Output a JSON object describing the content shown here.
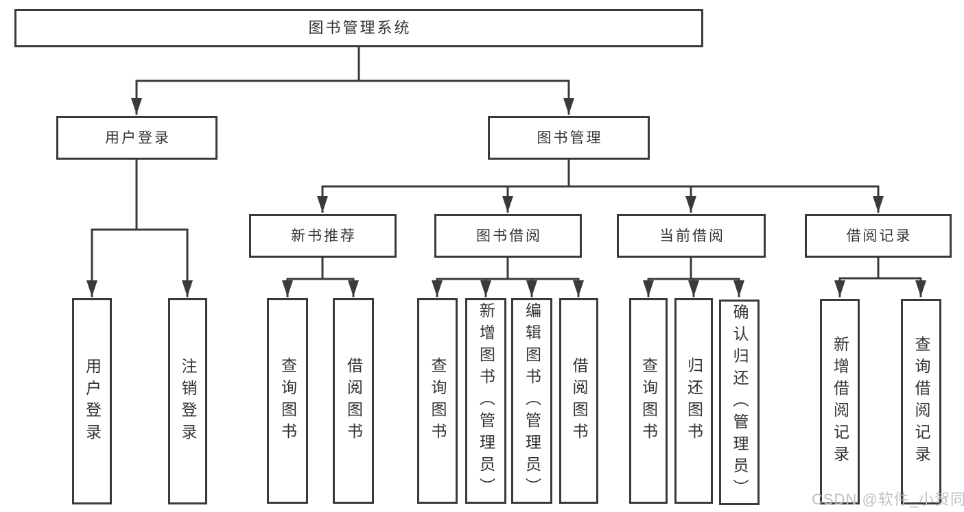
{
  "title": "图书管理系统",
  "level2": {
    "login": "用户登录",
    "manage": "图书管理"
  },
  "level3": {
    "recommend": "新书推荐",
    "borrow": "图书借阅",
    "current": "当前借阅",
    "records": "借阅记录"
  },
  "leaves": {
    "login": [
      "用户登录",
      "注销登录"
    ],
    "recommend": [
      "查询图书",
      "借阅图书"
    ],
    "borrow": [
      "查询图书",
      "新增图书（管理员）",
      "编辑图书（管理员）",
      "借阅图书"
    ],
    "current": [
      "查询图书",
      "归还图书",
      "确认归还（管理员）"
    ],
    "records": [
      "新增借阅记录",
      "查询借阅记录"
    ]
  },
  "watermark": "CSDN @软件_小贺同学",
  "colors": {
    "line": "#3a3a3a",
    "background": "#ffffff",
    "watermark": "#b9bdc6"
  }
}
